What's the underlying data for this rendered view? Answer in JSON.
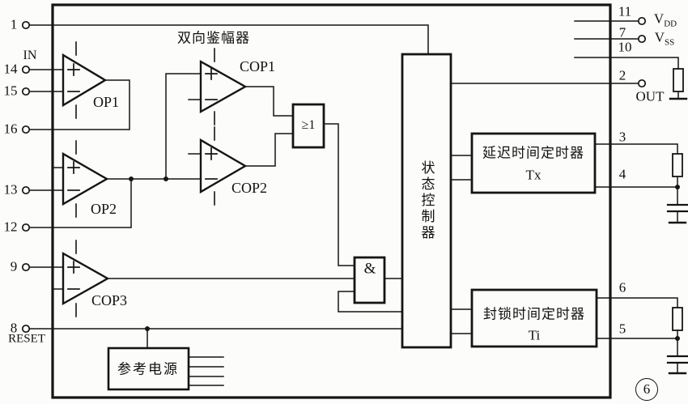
{
  "figure": {
    "badge_number": "6",
    "section_label": "双向鉴幅器",
    "labels": {
      "in": "IN",
      "reset": "RESET",
      "out": "OUT",
      "vdd_base": "V",
      "vdd_sub": "DD",
      "vss_base": "V",
      "vss_sub": "SS"
    },
    "amplifiers": {
      "op1": "OP1",
      "op2": "OP2",
      "cop1": "COP1",
      "cop2": "COP2",
      "cop3": "COP3"
    },
    "gates": {
      "or": "≥1",
      "and": "&"
    },
    "blocks": {
      "state_controller": "状态控制器",
      "delay_timer_title": "延迟时间定时器",
      "delay_timer_symbol": "Tx",
      "lockout_timer_title": "封锁时间定时器",
      "lockout_timer_symbol": "Ti",
      "reference_supply": "参考电源"
    },
    "pins": {
      "left": [
        {
          "num": "1"
        },
        {
          "num": "14"
        },
        {
          "num": "15"
        },
        {
          "num": "16"
        },
        {
          "num": "13"
        },
        {
          "num": "12"
        },
        {
          "num": "9"
        },
        {
          "num": "8"
        }
      ],
      "right": [
        {
          "num": "11"
        },
        {
          "num": "7"
        },
        {
          "num": "10"
        },
        {
          "num": "2"
        },
        {
          "num": "3"
        },
        {
          "num": "4"
        },
        {
          "num": "6"
        },
        {
          "num": "5"
        }
      ]
    },
    "colors": {
      "line": "#151515",
      "background": "#fcfcfa"
    }
  }
}
